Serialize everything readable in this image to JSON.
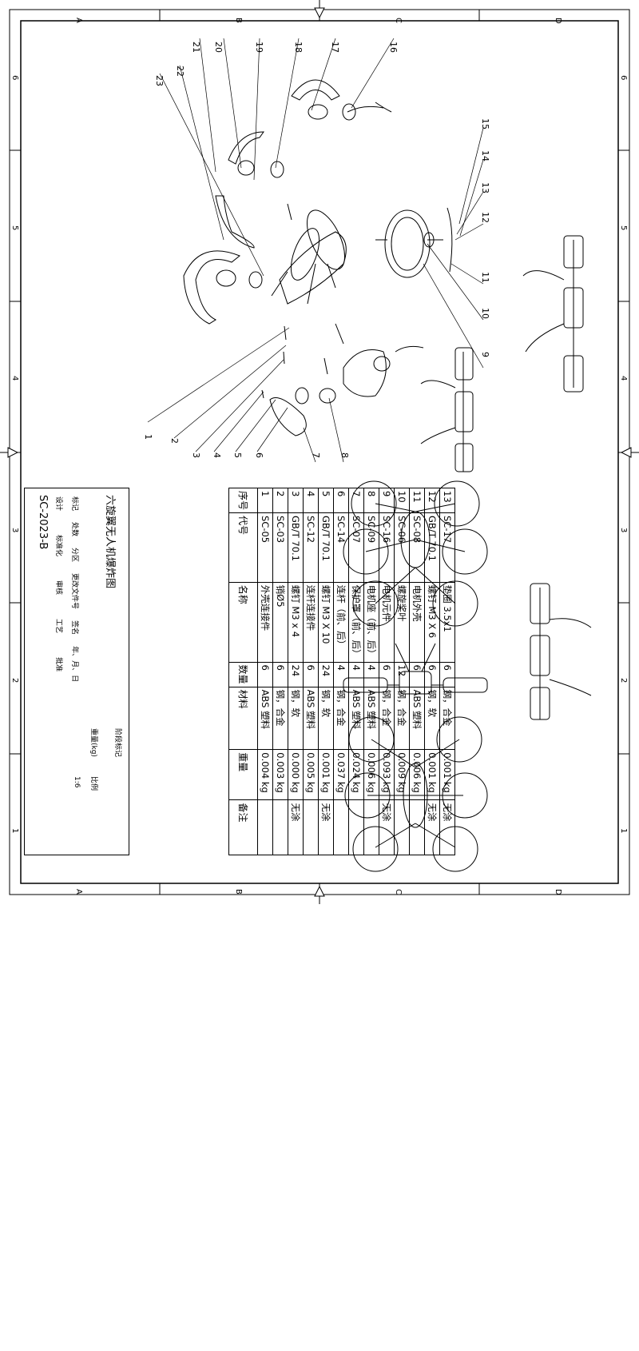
{
  "drawing": {
    "title": "六旋翼无人机爆炸图",
    "drawing_no": "SC-2023-B",
    "scale_label": "比例",
    "scale": "1:6",
    "weight_label": "重量(kg)",
    "stage_label": "阶段标记"
  },
  "zone_letters": [
    "A",
    "B",
    "C",
    "D"
  ],
  "zone_numbers": [
    "6",
    "5",
    "4",
    "3",
    "2",
    "1"
  ],
  "callouts": [
    "1",
    "2",
    "3",
    "4",
    "5",
    "6",
    "7",
    "8",
    "9",
    "10",
    "11",
    "12",
    "13",
    "14",
    "15",
    "16",
    "17",
    "18",
    "19",
    "20",
    "21",
    "22",
    "23"
  ],
  "parts_table": {
    "headers": {
      "index": "序号",
      "code": "代号",
      "name": "名称",
      "qty": "数量",
      "material": "材料",
      "weight": "重量",
      "note": "备注"
    },
    "rows": [
      {
        "index": "13",
        "code": "SC-17",
        "name": "垫圈 3.5x1",
        "qty": "6",
        "material": "钢，合金",
        "weight": "0.001 kg",
        "note": "无涂"
      },
      {
        "index": "12",
        "code": "GB/T 70.1",
        "name": "螺钉 M3 X 6",
        "qty": "6",
        "material": "钢，软",
        "weight": "0.001 kg",
        "note": "无涂"
      },
      {
        "index": "11",
        "code": "SC-08",
        "name": "电机外壳",
        "qty": "6",
        "material": "ABS 塑料",
        "weight": "0.006 kg",
        "note": ""
      },
      {
        "index": "10",
        "code": "SC-06",
        "name": "螺旋桨叶",
        "qty": "12",
        "material": "钢，合金",
        "weight": "0.009 kg",
        "note": ""
      },
      {
        "index": "9",
        "code": "SC-16",
        "name": "电机元件",
        "qty": "6",
        "material": "钢，合金",
        "weight": "0.093 kg",
        "note": "无涂"
      },
      {
        "index": "8",
        "code": "SC-09",
        "name": "电机座（前、后）",
        "qty": "4",
        "material": "ABS 塑料",
        "weight": "0.006 kg",
        "note": ""
      },
      {
        "index": "7",
        "code": "SC-07",
        "name": "保护罩（前、后）",
        "qty": "4",
        "material": "ABS 塑料",
        "weight": "0.024 kg",
        "note": ""
      },
      {
        "index": "6",
        "code": "SC-14",
        "name": "连杆（前、后）",
        "qty": "4",
        "material": "钢，合金",
        "weight": "0.037 kg",
        "note": ""
      },
      {
        "index": "5",
        "code": "GB/T 70.1",
        "name": "螺钉 M3 X 10",
        "qty": "24",
        "material": "钢，软",
        "weight": "0.001 kg",
        "note": "无涂"
      },
      {
        "index": "4",
        "code": "SC-12",
        "name": "连杆连接件",
        "qty": "6",
        "material": "ABS 塑料",
        "weight": "0.005 kg",
        "note": ""
      },
      {
        "index": "3",
        "code": "GB/T 70.1",
        "name": "螺钉 M3 x 4",
        "qty": "24",
        "material": "钢，软",
        "weight": "0.000 kg",
        "note": "无涂"
      },
      {
        "index": "2",
        "code": "SC-03",
        "name": "销Ø5",
        "qty": "6",
        "material": "钢，合金",
        "weight": "0.003 kg",
        "note": ""
      },
      {
        "index": "1",
        "code": "SC-05",
        "name": "外壳连接件",
        "qty": "6",
        "material": "ABS 塑料",
        "weight": "0.004 kg",
        "note": ""
      }
    ]
  },
  "title_block": {
    "mark_label": "标记",
    "count_label": "处数",
    "zone_label": "分区",
    "change_doc_label": "更改文件号",
    "sign_label": "签名",
    "date_label": "年、月、日",
    "design_label": "设计",
    "standard_label": "标准化",
    "review_label": "审核",
    "process_label": "工艺",
    "approve_label": "批准"
  }
}
